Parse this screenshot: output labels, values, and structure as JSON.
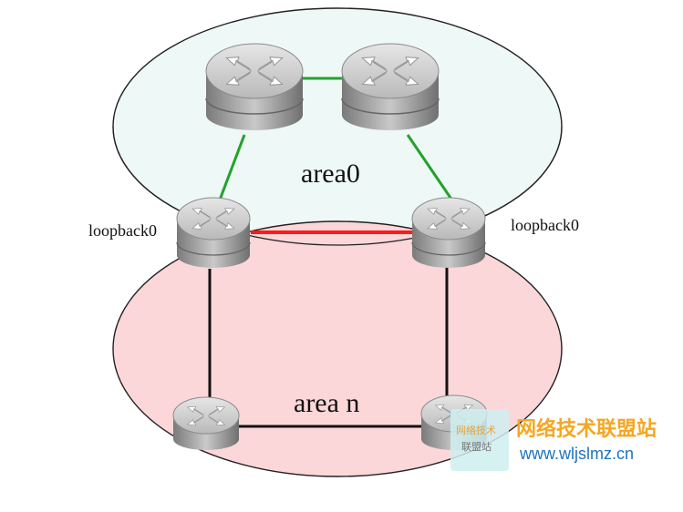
{
  "areas": [
    {
      "id": "area0",
      "label": "area0",
      "fill": "#eef8f6"
    },
    {
      "id": "arean",
      "label": "area n",
      "fill": "#fbd7d9"
    }
  ],
  "loopback_labels": [
    "loopback0",
    "loopback0"
  ],
  "colors": {
    "green_link": "#22a22a",
    "red_link": "#ff1a1a",
    "black_link": "#111111",
    "router_top": "#cfcfcf",
    "router_side": "#8e8e8e"
  },
  "watermark": {
    "logo_text_1": "网络技术",
    "logo_text_2": "联盟站",
    "title": "网络技术联盟站",
    "url": "www.wljslmz.cn",
    "title_color": "#f5a623",
    "url_color": "#1e73be"
  }
}
